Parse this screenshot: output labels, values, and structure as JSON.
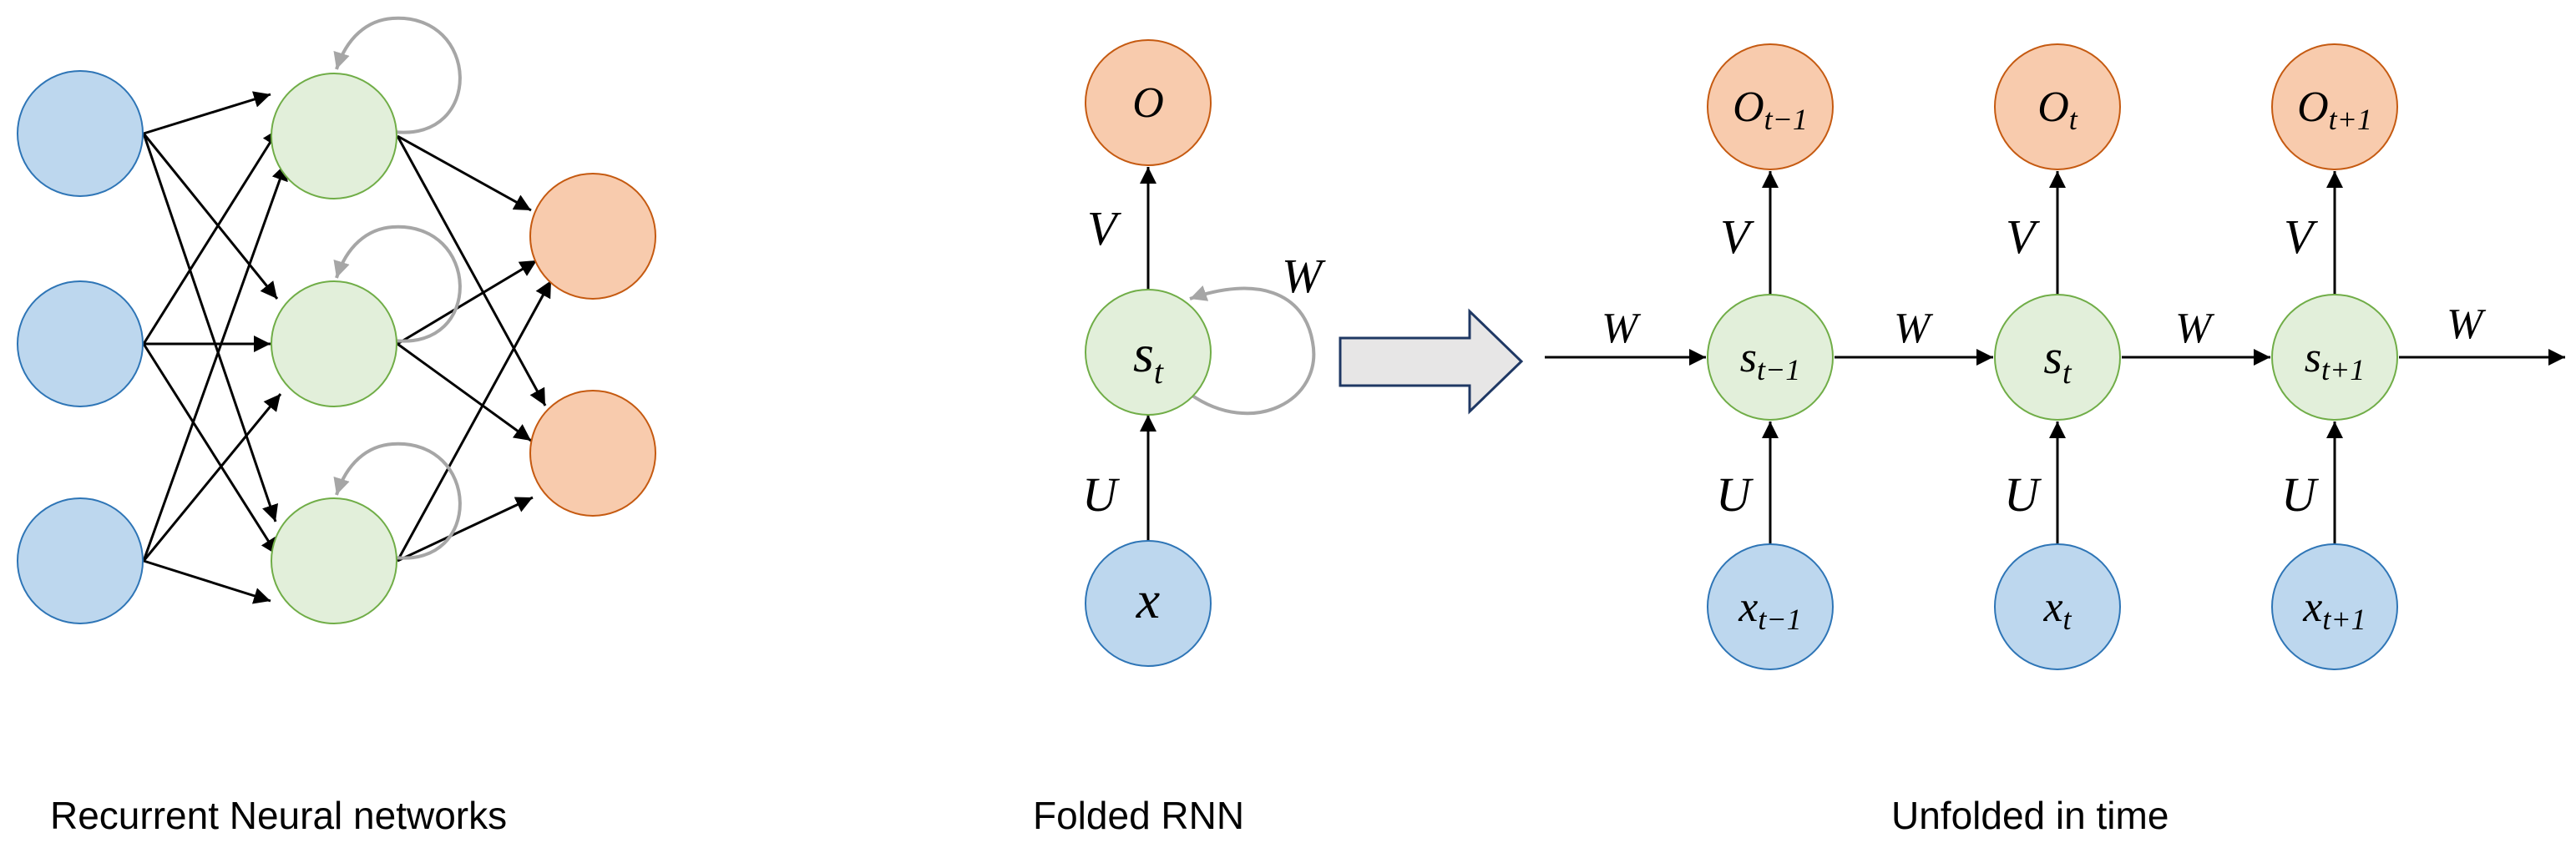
{
  "colors": {
    "input_fill": "#bdd7ee",
    "input_stroke": "#2e75b6",
    "hidden_fill": "#e2efda",
    "hidden_stroke": "#70ad47",
    "output_fill": "#f8cbad",
    "output_stroke": "#c55a11",
    "edge": "#000000",
    "recurrent_edge": "#a6a6a6",
    "arrow_fill": "#e7e6e6",
    "arrow_stroke": "#1f3864"
  },
  "captions": {
    "network": "Recurrent Neural networks",
    "folded": "Folded RNN",
    "unfolded": "Unfolded in time"
  },
  "folded": {
    "output": {
      "base": "O",
      "sub": ""
    },
    "state": {
      "base": "s",
      "sub": "t"
    },
    "input": {
      "base": "x",
      "sub": ""
    },
    "weights": {
      "V": "V",
      "U": "U",
      "W": "W"
    }
  },
  "unfolded": {
    "steps": [
      {
        "output": {
          "base": "O",
          "sub": "t−1"
        },
        "state": {
          "base": "s",
          "sub": "t−1"
        },
        "input": {
          "base": "x",
          "sub": "t−1"
        },
        "V": "V",
        "U": "U",
        "W_in": "W"
      },
      {
        "output": {
          "base": "O",
          "sub": "t"
        },
        "state": {
          "base": "s",
          "sub": "t"
        },
        "input": {
          "base": "x",
          "sub": "t"
        },
        "V": "V",
        "U": "U",
        "W_in": "W"
      },
      {
        "output": {
          "base": "O",
          "sub": "t+1"
        },
        "state": {
          "base": "s",
          "sub": "t+1"
        },
        "input": {
          "base": "x",
          "sub": "t+1"
        },
        "V": "V",
        "U": "U",
        "W_in": "W"
      }
    ],
    "W_out": "W"
  }
}
